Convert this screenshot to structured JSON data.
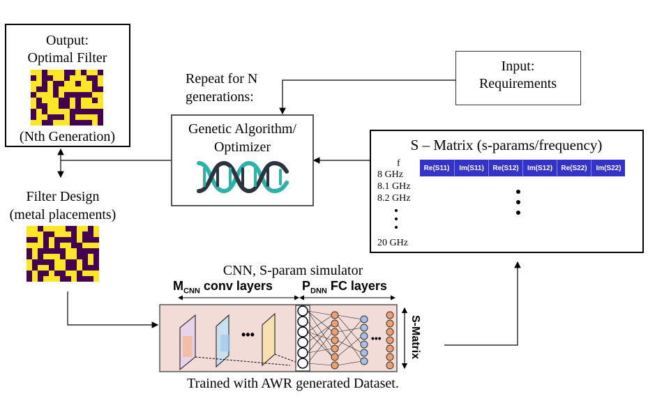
{
  "output_box": {
    "line1": "Output:",
    "line2": "Optimal Filter",
    "caption": "(Nth Generation)"
  },
  "repeat_label": {
    "line1": "Repeat for N",
    "line2": "generations:"
  },
  "input_box": {
    "line1": "Input:",
    "line2": "Requirements"
  },
  "ga_box": {
    "line1": "Genetic Algorithm/",
    "line2": "Optimizer",
    "icon": "dna-icon"
  },
  "smatrix_box": {
    "title": "S – Matrix (s-params/frequency)",
    "freq_header": "f",
    "frequencies": [
      "8 GHz",
      "8.1 GHz",
      "8.2 GHz"
    ],
    "last_frequency": "20 GHz",
    "columns": [
      "Re(S11)",
      "Im(S11)",
      "Re(S12)",
      "Im(S12)",
      "Re(S22)",
      "Im(S22)"
    ],
    "header_color": "#3333cc"
  },
  "filter_design": {
    "line1": "Filter Design",
    "line2": "(metal placements)"
  },
  "cnn": {
    "title": "CNN, S-param simulator",
    "conv_label": "M",
    "conv_sub": "CNN",
    "conv_rest": " conv layers",
    "fc_label": "P",
    "fc_sub": "DNN",
    "fc_rest": " FC layers",
    "output_label": "S-Matrix",
    "caption": "Trained with AWR generated Dataset.",
    "panel_color": "#f2dcd8"
  },
  "colors": {
    "filter_yellow": "#fde725",
    "filter_purple": "#440154",
    "dna_teal": "#2ab3a6",
    "dna_dark": "#2b3440",
    "node_orange": "#f0a070",
    "node_blue": "#a8c0e8"
  }
}
